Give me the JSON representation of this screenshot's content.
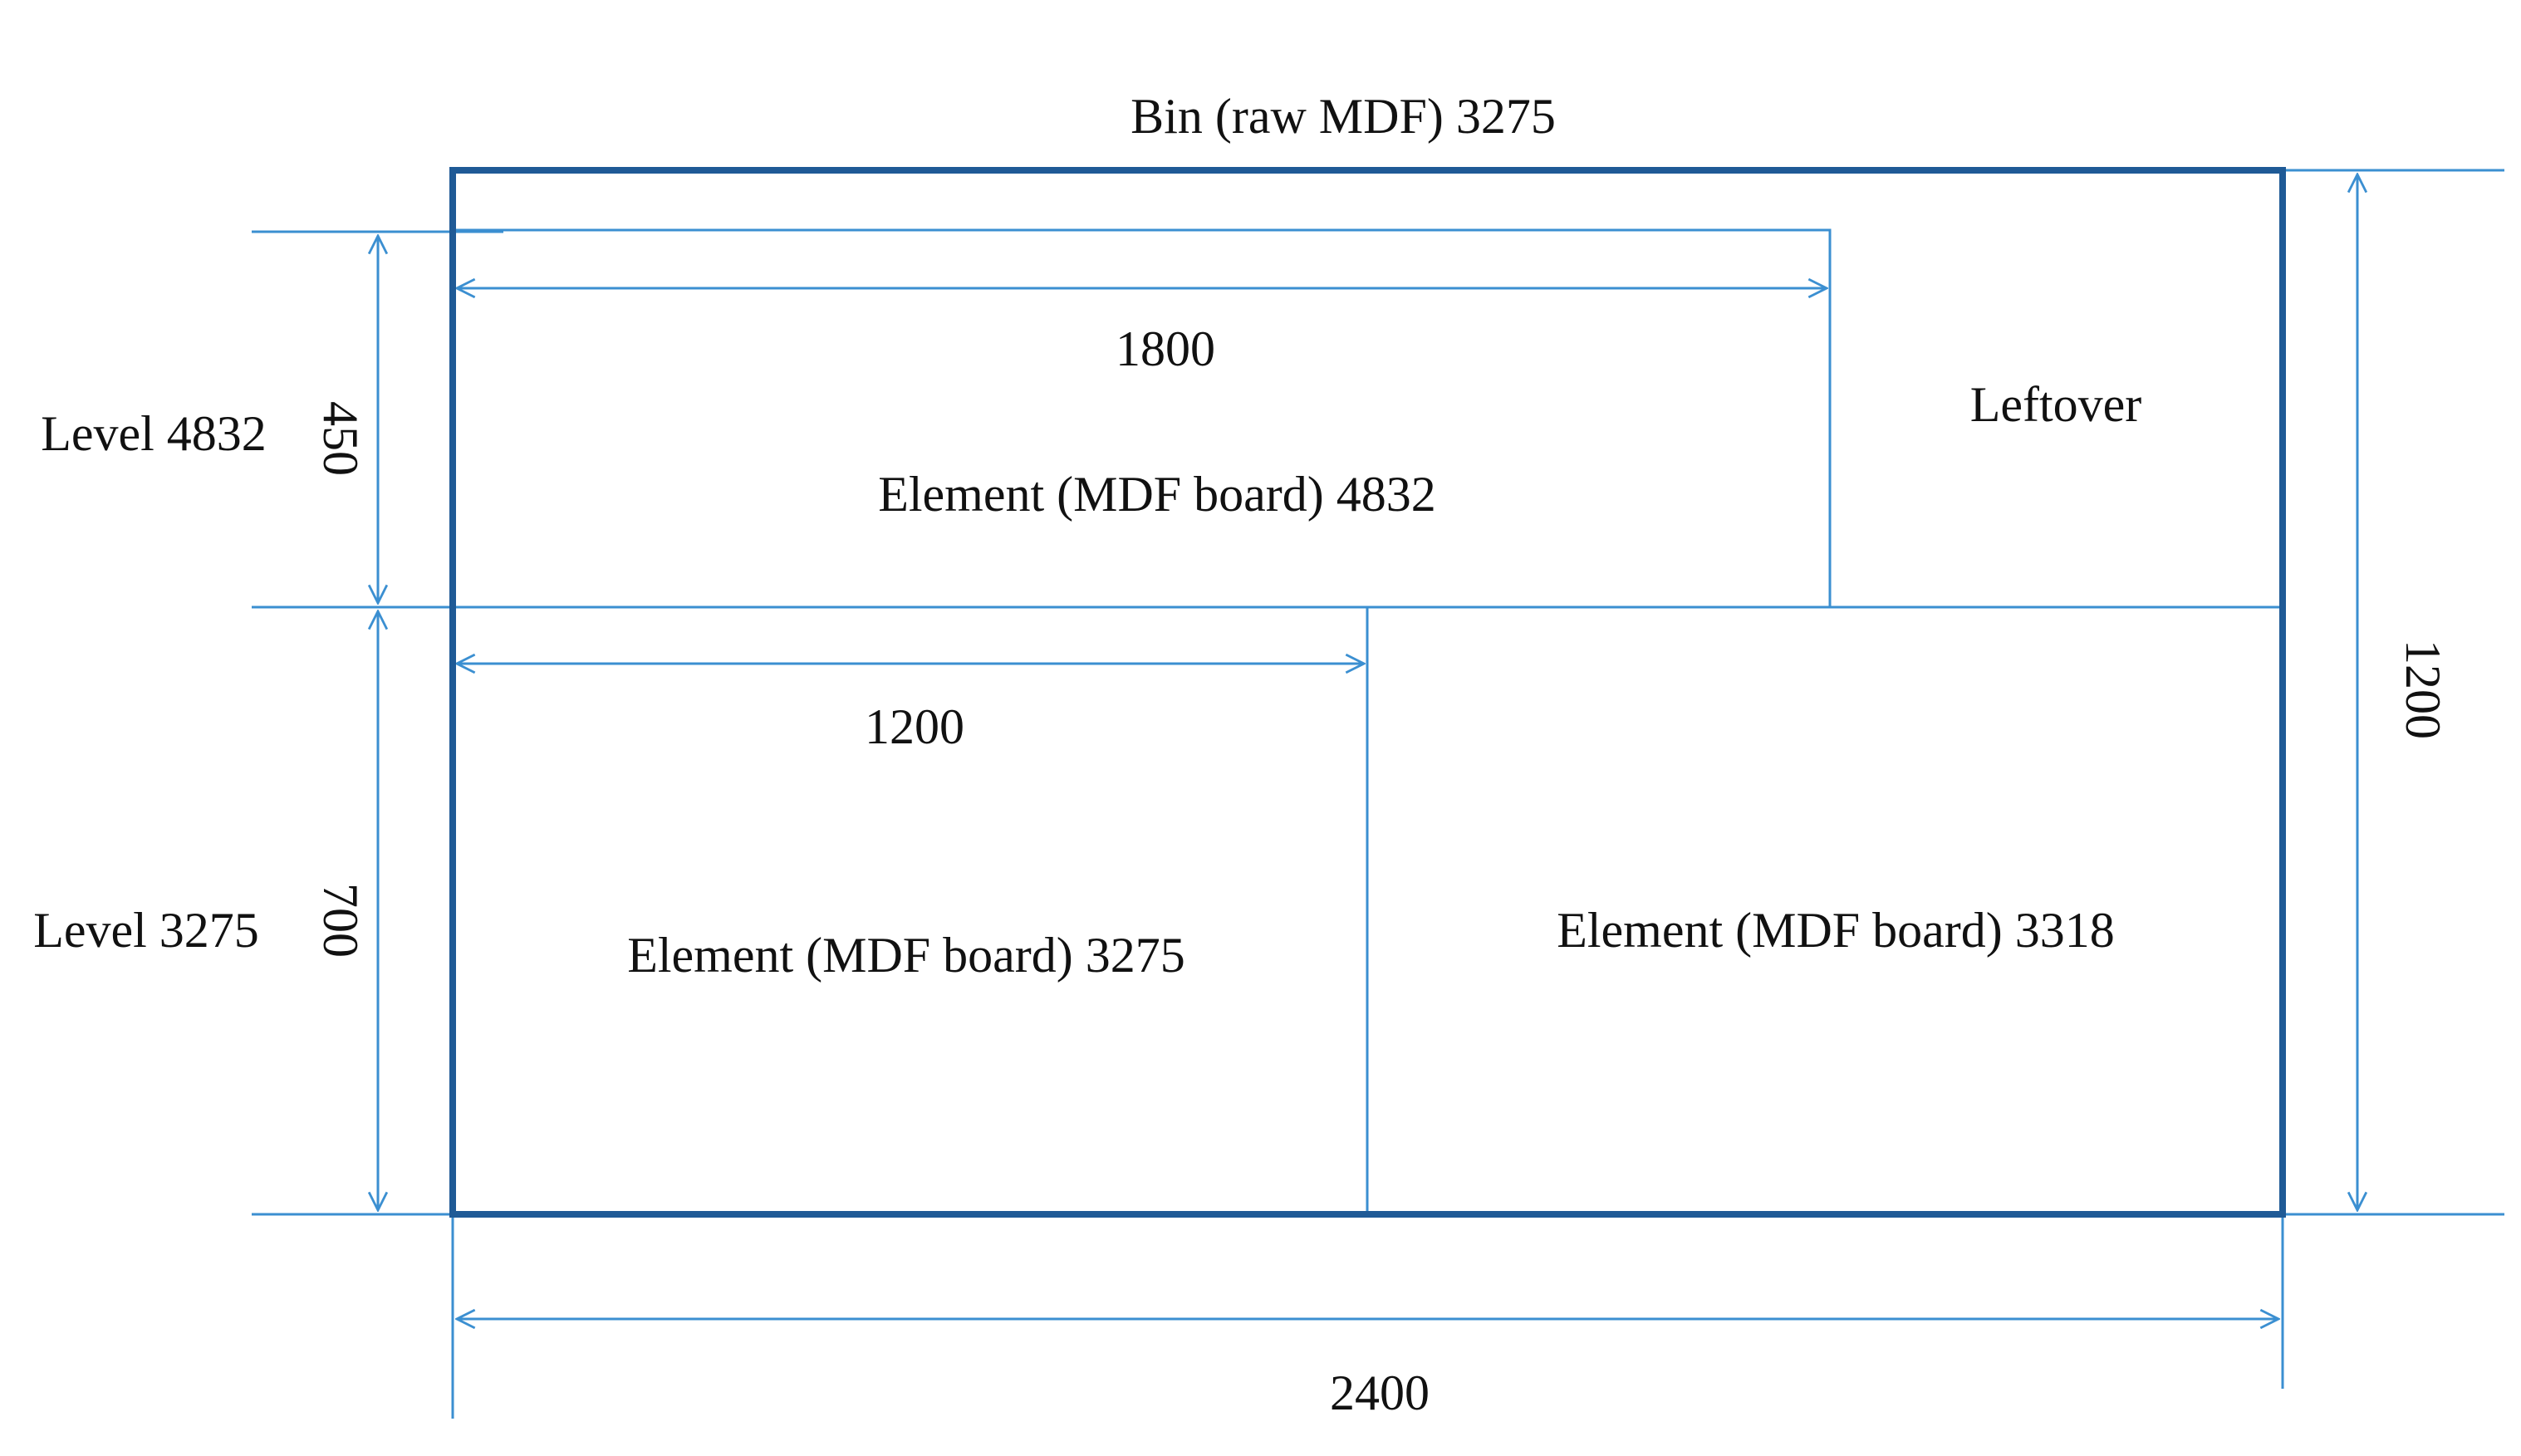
{
  "diagram": {
    "bin_label": "Bin (raw MDF) 3275",
    "leftover_label": "Leftover",
    "elements": [
      {
        "label": "Element (MDF board) 4832"
      },
      {
        "label": "Element (MDF board) 3275"
      },
      {
        "label": "Element (MDF board) 3318"
      }
    ],
    "levels": [
      {
        "label": "Level 4832",
        "height_label": "450"
      },
      {
        "label": "Level 3275",
        "height_label": "700"
      }
    ],
    "dimensions": {
      "bin_width": "2400",
      "bin_height": "1200",
      "element_4832_width": "1800",
      "element_3275_width": "1200"
    },
    "colors": {
      "outline": "#1f5a96",
      "guide": "#3b8fd1",
      "text": "#111111"
    }
  }
}
